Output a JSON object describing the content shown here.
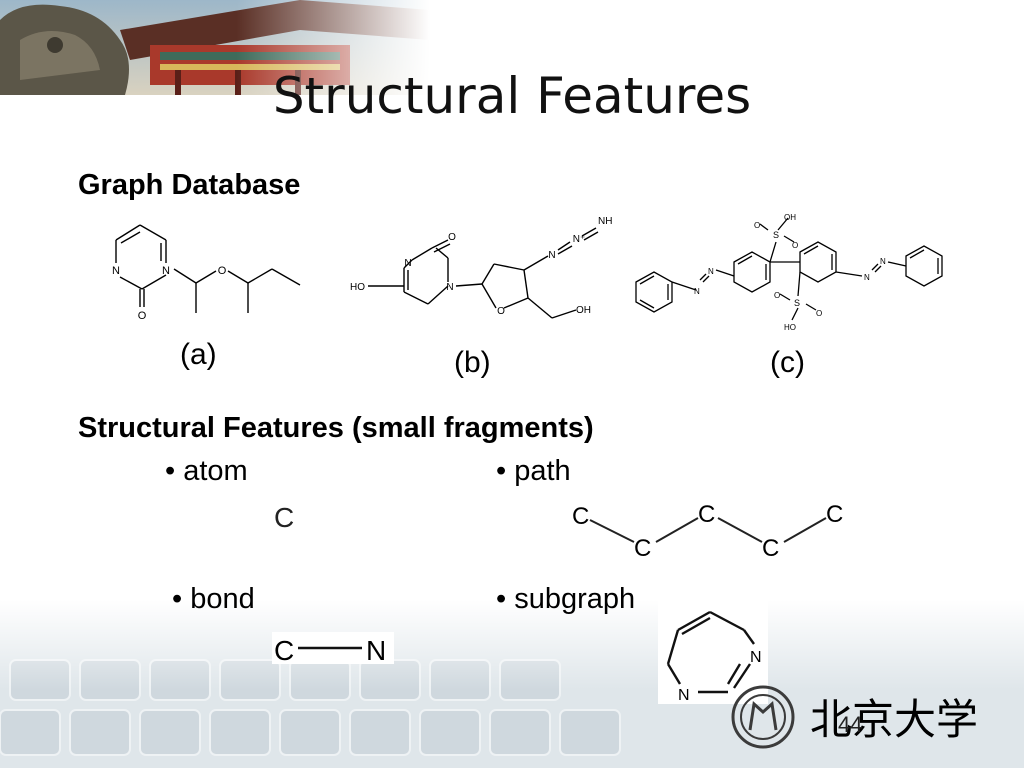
{
  "slide": {
    "title": "Structural Features",
    "graph_db_heading": "Graph Database",
    "molecule_labels": [
      "(a)",
      "(b)",
      "(c)"
    ],
    "features_heading": "Structural Features (small fragments)",
    "bullets": {
      "atom": "• atom",
      "path": "• path",
      "bond": "• bond",
      "subgraph": "• subgraph"
    },
    "atom_example": "C",
    "page_number": "44"
  },
  "molecule_a": {
    "n1": "N",
    "n2": "N",
    "o_ring": "O",
    "o_ether": "O"
  },
  "molecule_b": {
    "n1": "N",
    "n2": "N",
    "o_carbonyl": "O",
    "ho": "HO",
    "o_ring": "O",
    "oh": "OH",
    "azide_n1": "N",
    "azide_n2": "N⁺",
    "azide_n3": "NH"
  },
  "molecule_c": {
    "oh_top": "OH",
    "s_top": "S",
    "o1": "O",
    "o2": "O",
    "ho_bottom": "HO",
    "s_bottom": "S",
    "o3": "O",
    "o4": "O",
    "n1": "N",
    "n2": "N",
    "n3": "N",
    "n4": "N"
  },
  "path_atoms": [
    "C",
    "C",
    "C",
    "C",
    "C"
  ],
  "bond_atoms": [
    "C",
    "N"
  ],
  "subgraph_atoms": [
    "N",
    "N"
  ],
  "logo_text": "北京大学"
}
